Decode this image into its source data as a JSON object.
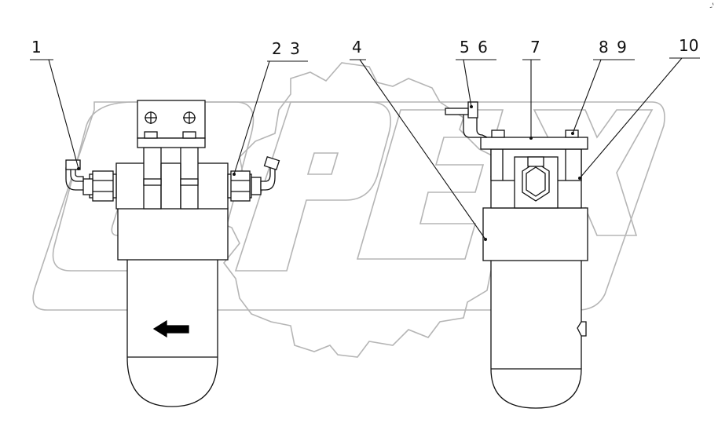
{
  "watermark": {
    "brand_text": "OPEX"
  },
  "callouts": [
    {
      "id": "1",
      "label": "1"
    },
    {
      "id": "2-3",
      "label": "2 3"
    },
    {
      "id": "4",
      "label": "4"
    },
    {
      "id": "5-6",
      "label": "5 6"
    },
    {
      "id": "7",
      "label": "7"
    },
    {
      "id": "8-9",
      "label": "8 9"
    },
    {
      "id": "10",
      "label": "10"
    }
  ],
  "corner_mark": "-'",
  "colors": {
    "line": "#111111",
    "watermark_outline": "#b5b5b5",
    "arrow_fill": "#000000"
  },
  "icons": {
    "flow_direction": "arrow-left-icon"
  }
}
